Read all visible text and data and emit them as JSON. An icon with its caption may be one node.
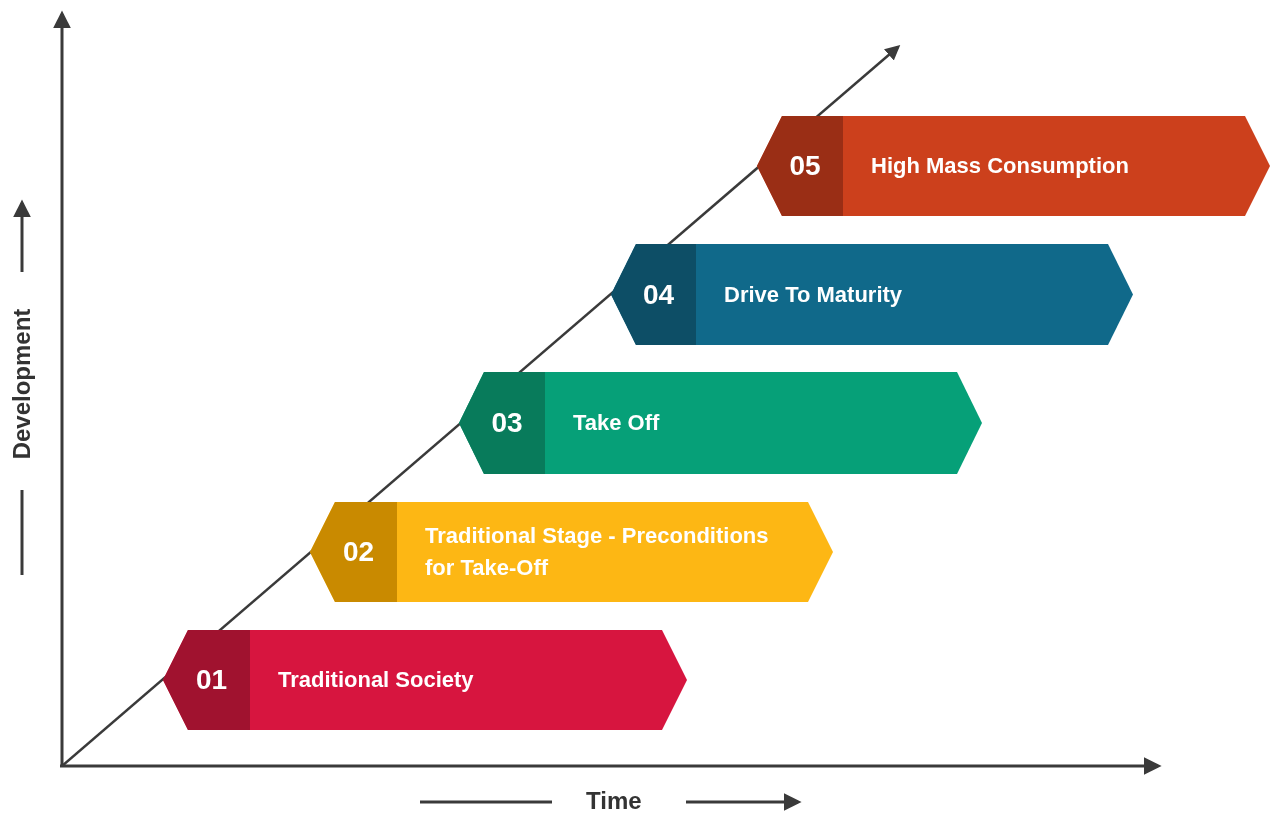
{
  "diagram": {
    "nodes": [
      {
        "text": [
          "01",
          "Traditional Society"
        ]
      },
      {
        "text": [
          "02",
          "Traditional Stage - Preconditions for Take-Off"
        ]
      },
      {
        "text": [
          "03",
          "Take Off"
        ]
      },
      {
        "text": [
          "04",
          "Drive To Maturity"
        ]
      },
      {
        "text": [
          "05",
          "High Mass Consumption"
        ]
      }
    ],
    "labels": [
      "Development",
      "Time"
    ]
  }
}
